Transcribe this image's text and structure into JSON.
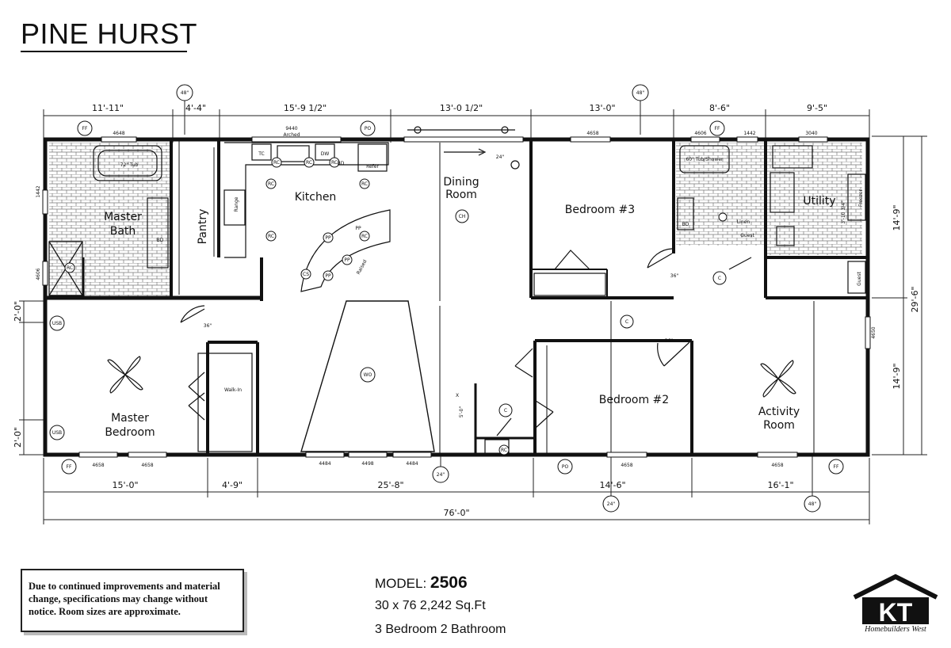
{
  "title": "PINE HURST",
  "plan": {
    "top_dims": [
      "11'-11\"",
      "4'-4\"",
      "15'-9 1/2\"",
      "13'-0 1/2\"",
      "13'-0\"",
      "8'-6\"",
      "9'-5\""
    ],
    "bottom_dims": [
      "15'-0\"",
      "4'-9\"",
      "25'-8\"",
      "14'-6\"",
      "16'-1\""
    ],
    "overall_dim": "76'-0\"",
    "right_dims": [
      "14'-9\"",
      "14'-9\"",
      "29'-6\""
    ],
    "left_dims": [
      "2'-0\"",
      "2'-0\""
    ],
    "rooms": {
      "master_bath": [
        "Master",
        "Bath"
      ],
      "pantry": "Pantry",
      "kitchen": "Kitchen",
      "dining": [
        "Dining",
        "Room"
      ],
      "bedroom3": "Bedroom #3",
      "utility": "Utility",
      "master_bedroom": [
        "Master",
        "Bedroom"
      ],
      "walk_in": "Walk-In",
      "bedroom2": "Bedroom #2",
      "activity": [
        "Activity",
        "Room"
      ]
    },
    "tags": {
      "d48": "48\"",
      "d24": "24\"",
      "d36": "36\"",
      "ff": "FF",
      "po": "PO",
      "usb": "USB",
      "rc": "RC",
      "wo": "WO",
      "ch": "CH",
      "c": "C",
      "pp": "PP",
      "bd": "BD",
      "cs": "CS",
      "dw": "DW",
      "tc": "TC",
      "refer": "Refer",
      "range": "Range",
      "raised": "Raised",
      "arched": "Arched",
      "tub72": "72\" Tub",
      "tub60": "60\" Tub/Shower",
      "linen": "Linen",
      "guest": "Guest",
      "freezer": "Freezer",
      "util_dim": "3'-10 3/4\"",
      "closet_dim": "5'-0\"",
      "x": "X",
      "win_4648": "4648",
      "win_4658": "4658",
      "win_4484": "4484",
      "win_4498": "4498",
      "win_4606": "4606",
      "win_4650": "4650",
      "win_1442": "1442",
      "win_3040": "3040",
      "win_9440": "9440"
    }
  },
  "disclaimer": "Due to continued improvements and material change, specifications may change without notice. Room sizes are approximate.",
  "model": {
    "label": "MODEL:",
    "number": "2506"
  },
  "specs": [
    "30 x 76   2,242 Sq.Ft",
    "3 Bedroom 2 Bathroom"
  ],
  "logo": {
    "letters": "KT",
    "tagline": "Homebuilders West"
  }
}
